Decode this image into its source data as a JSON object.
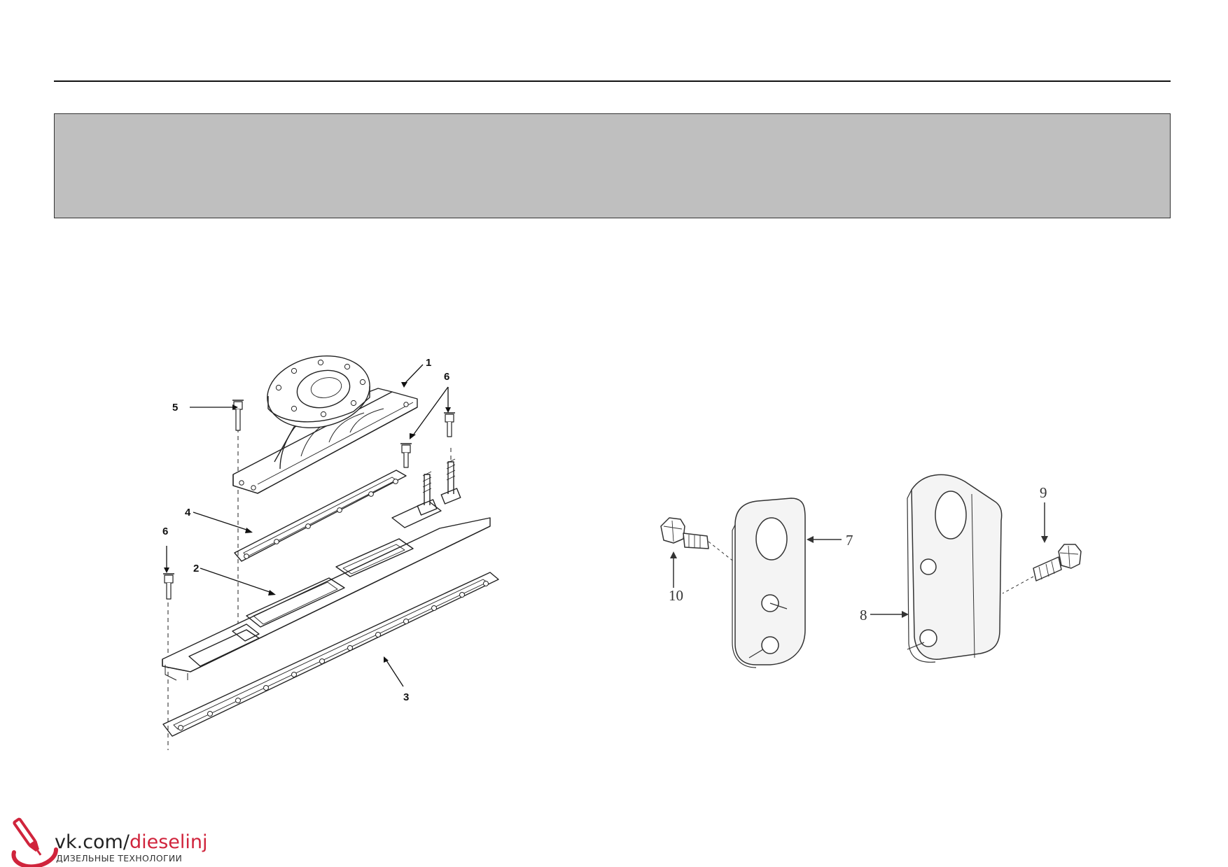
{
  "figure_left": {
    "callouts": [
      "1",
      "2",
      "3",
      "4",
      "5",
      "6",
      "6"
    ]
  },
  "figure_right": {
    "callouts": [
      "7",
      "8",
      "9",
      "10"
    ]
  },
  "watermark": {
    "site_prefix": "vk.com/",
    "site_name": "dieselinj",
    "tagline": "ДИЗЕЛЬНЫЕ ТЕХНОЛОГИИ",
    "accent_color": "#d0243c",
    "icon": "fuel-injector-logo-icon"
  }
}
